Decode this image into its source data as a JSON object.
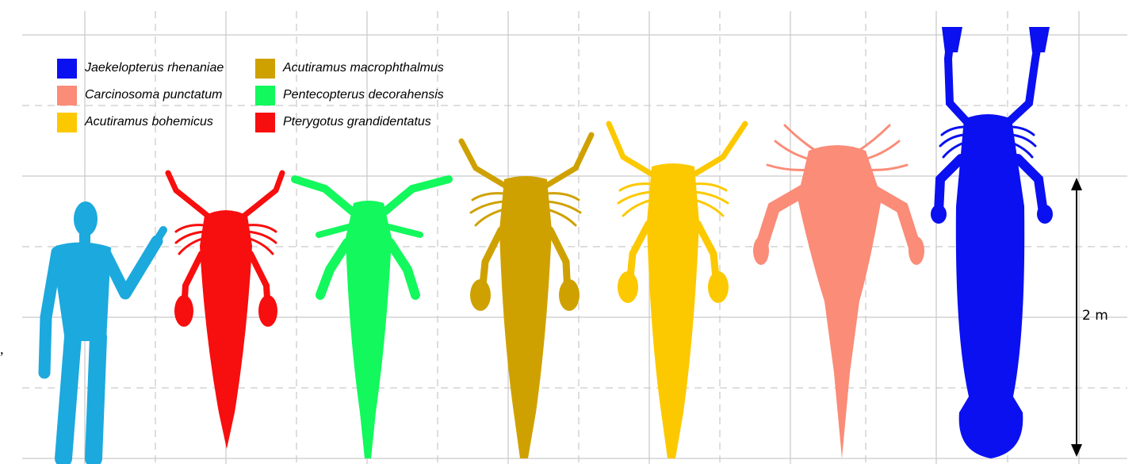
{
  "legend": {
    "items": [
      {
        "label": "Jaekelopterus rhenaniae",
        "color": "#0a10f0"
      },
      {
        "label": "Carcinosoma punctatum",
        "color": "#fa8c78"
      },
      {
        "label": "Acutiramus bohemicus",
        "color": "#fcc900"
      },
      {
        "label": "Acutiramus macrophthalmus",
        "color": "#cfa100"
      },
      {
        "label": "Pentecopterus decorahensis",
        "color": "#13f85c"
      },
      {
        "label": "Pterygotus grandidentatus",
        "color": "#f70e0e"
      }
    ]
  },
  "human": {
    "color": "#1ca9dd"
  },
  "scale_bar": {
    "label": "2 m"
  },
  "edge_mark": ","
}
